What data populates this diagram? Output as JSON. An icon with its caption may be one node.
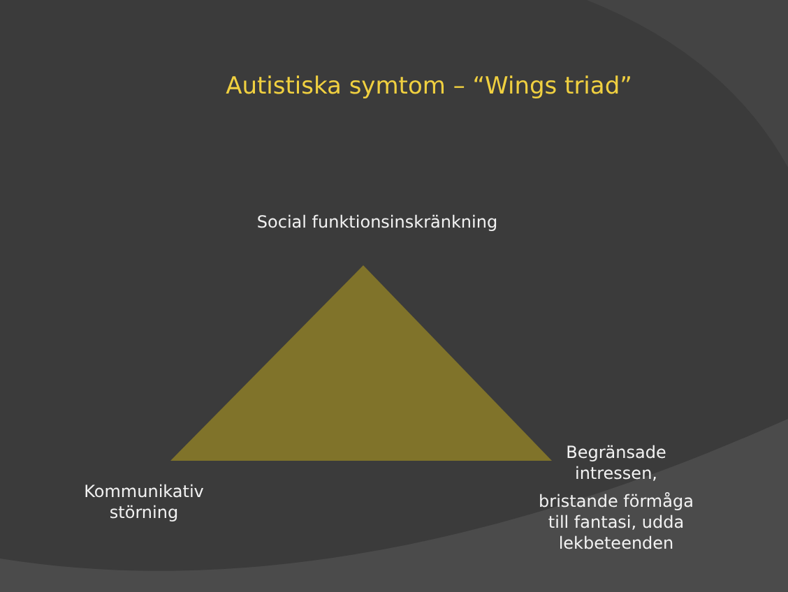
{
  "diagram": {
    "title": "Autistiska symtom – “Wings triad”",
    "labels": [
      "Social funktionsinskränkning",
      "Kommunikativ störning",
      "Begränsade intressen,",
      "bristande förmåga till fantasi, udda lekbeteenden"
    ]
  }
}
